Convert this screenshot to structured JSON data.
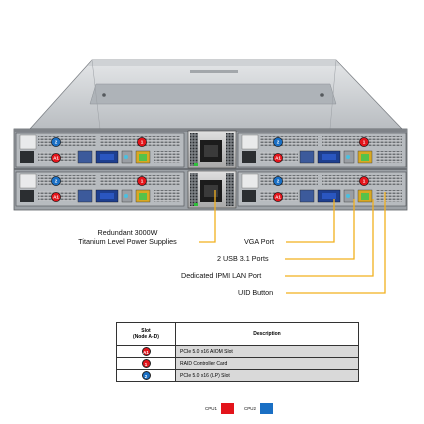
{
  "colors": {
    "cpu1": "#e3141b",
    "cpu2": "#1a6fc4",
    "callout_line": "#f2b01e"
  },
  "callouts": {
    "psu_line1": "Redundant  3000W",
    "psu_line2": "Titanium  Level Power Supplies",
    "vga": "VGA Port",
    "usb": "2 USB  3.1 Ports",
    "ipmi": "Dedicated IPMI  LAN Port",
    "uid": "UID  Button"
  },
  "legend": {
    "col_slot": "Slot",
    "col_slot_sub": "(Node A-D)",
    "col_desc": "Description",
    "rows": [
      {
        "badge": "A1",
        "badge_color": "#e3141b",
        "desc": "PCIe  5.0 x16  AIOM  Slot"
      },
      {
        "badge": "1",
        "badge_color": "#e3141b",
        "desc": "RAID  Controller  Card"
      },
      {
        "badge": "2",
        "badge_color": "#1a6fc4",
        "desc": "PCIe  5.0 x16  (LP)  Slot"
      }
    ]
  },
  "cpu_legend": {
    "cpu1_label": "CPU1",
    "cpu2_label": "CPU2"
  }
}
